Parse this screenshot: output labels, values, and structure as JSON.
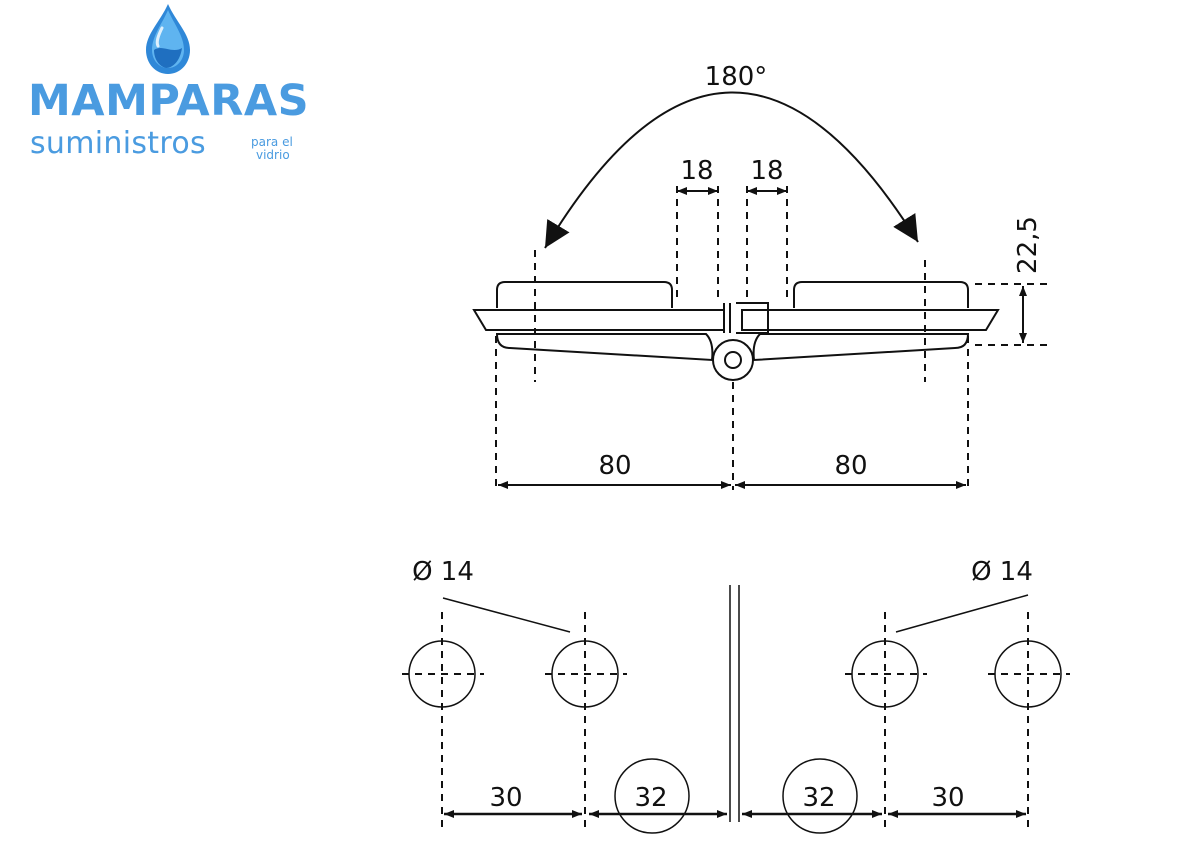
{
  "logo": {
    "brand_name": "MAMPARAS",
    "brand_sub": "suministros",
    "tagline_line1": "para el",
    "tagline_line2": "vidrio",
    "brand_color": "#4a9be0",
    "icon": "water-drop-icon"
  },
  "hinge_view": {
    "angle_label": "180°",
    "gap_left_label": "18",
    "gap_right_label": "18",
    "height_label": "22,5",
    "width_left_label": "80",
    "width_right_label": "80"
  },
  "drill_view": {
    "hole_left_label": "Ø 14",
    "hole_right_label": "Ø 14",
    "spacing_left_outer": "30",
    "spacing_left_inner": "32",
    "spacing_right_inner": "32",
    "spacing_right_outer": "30"
  },
  "colors": {
    "line": "#111111",
    "accent": "#4a9be0"
  }
}
